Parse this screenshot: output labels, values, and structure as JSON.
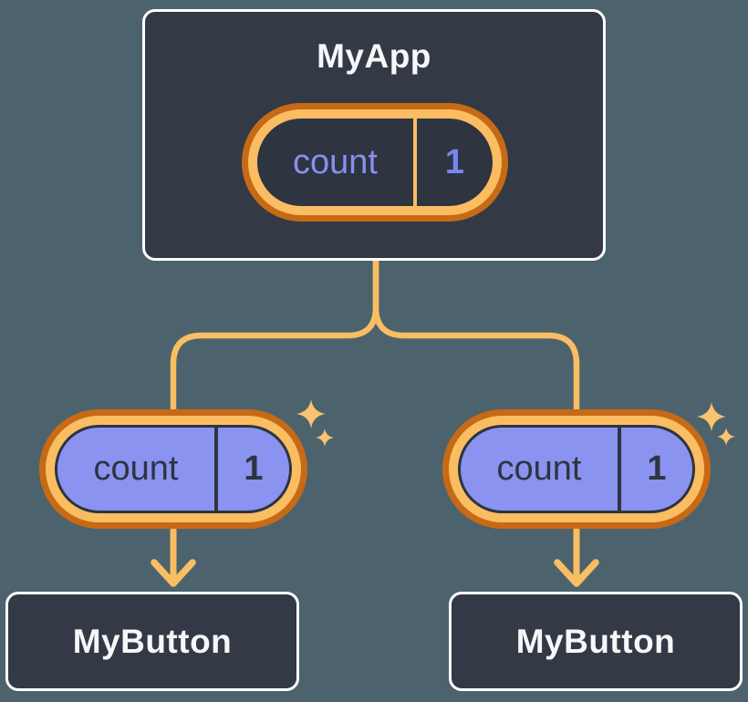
{
  "colors": {
    "background": "#4C636E",
    "card-bg": "#333A46",
    "card-border": "#FFFFFF",
    "pill-bg": "#2E3440",
    "outline-dark": "#2E3440",
    "orange-dark": "#C76A15",
    "orange-light": "#FABD62",
    "sparkle": "#FAC36E",
    "purple-fill": "#8A93F0",
    "purple-text": "#8790EE",
    "purple-value": "#7A85F0",
    "light-text": "#F6F7F9"
  },
  "app_card": {
    "title": "MyApp",
    "state_pill": {
      "label": "count",
      "value": "1"
    }
  },
  "children": [
    {
      "title": "MyButton",
      "prop_pill": {
        "label": "count",
        "value": "1"
      }
    },
    {
      "title": "MyButton",
      "prop_pill": {
        "label": "count",
        "value": "1"
      }
    }
  ]
}
